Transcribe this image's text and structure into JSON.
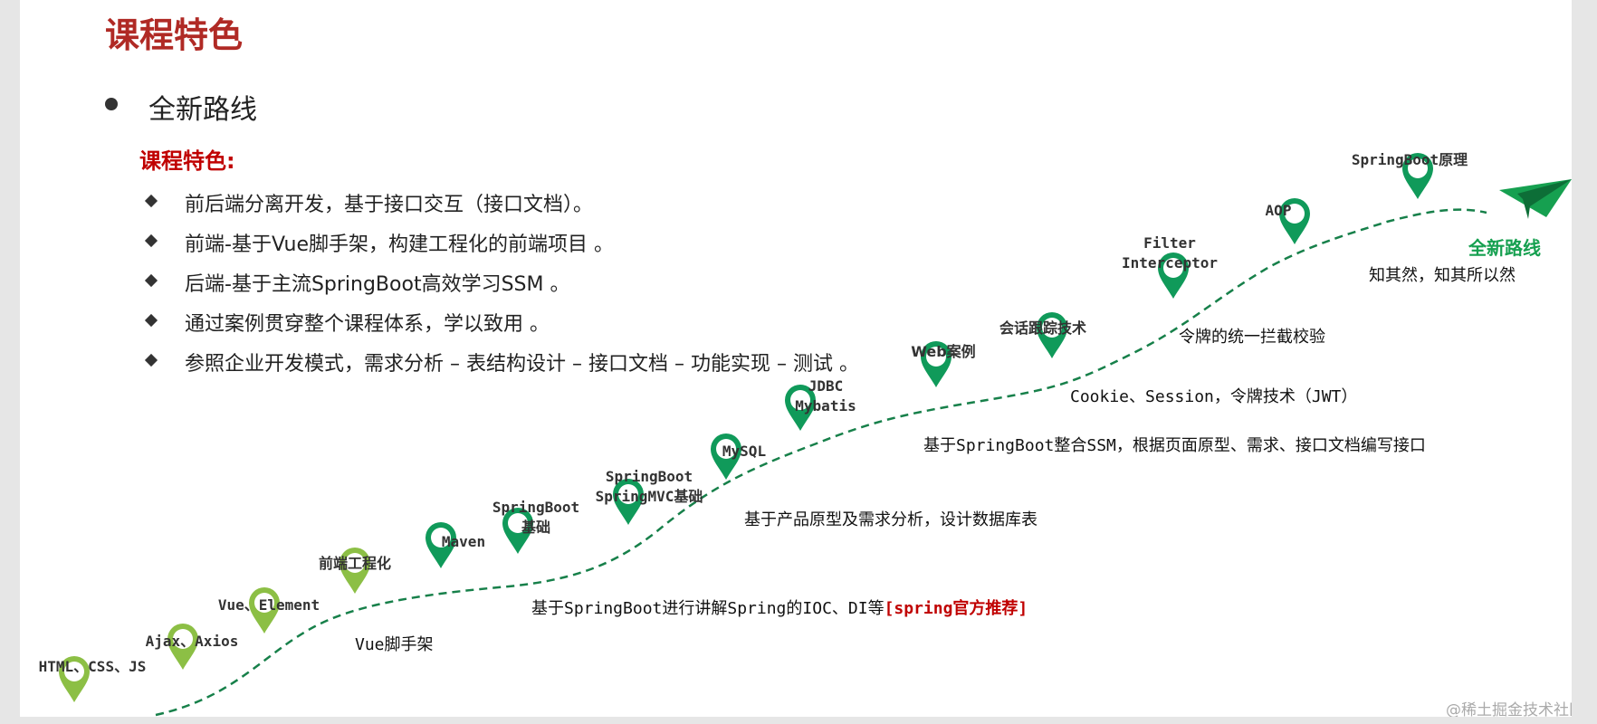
{
  "header": {
    "title": "课程特色"
  },
  "section": {
    "subtitle": "全新路线"
  },
  "features": {
    "heading": "课程特色:",
    "items": [
      "前后端分离开发，基于接口交互（接口文档）。",
      "前端-基于Vue脚手架，构建工程化的前端项目 。",
      "后端-基于主流SpringBoot高效学习SSM 。",
      "通过案例贯穿整个课程体系，学以致用 。",
      "参照企业开发模式，需求分析 – 表结构设计 – 接口文档 – 功能实现 – 测试 。"
    ]
  },
  "milestones": [
    {
      "line1": "HTML、CSS、JS",
      "line2": ""
    },
    {
      "line1": "Ajax、Axios",
      "line2": ""
    },
    {
      "line1": "Vue、Element",
      "line2": ""
    },
    {
      "line1": "前端工程化",
      "line2": ""
    },
    {
      "line1": "Maven",
      "line2": ""
    },
    {
      "line1": "SpringBoot",
      "line2": "基础"
    },
    {
      "line1": "SpringBoot",
      "line2": "SpringMVC基础"
    },
    {
      "line1": "MySQL",
      "line2": ""
    },
    {
      "line1": "JDBC",
      "line2": "Mybatis"
    },
    {
      "line1": "Web案例",
      "line2": ""
    },
    {
      "line1": "会话跟踪技术",
      "line2": ""
    },
    {
      "line1": "Filter",
      "line2": "Interceptor"
    },
    {
      "line1": "AOP",
      "line2": ""
    },
    {
      "line1": "SpringBoot原理",
      "line2": ""
    }
  ],
  "descriptions": {
    "vue_scaffold": "Vue脚手架",
    "springboot_spring": "基于SpringBoot进行讲解Spring的IOC、DI等",
    "springboot_spring_highlight": "[spring官方推荐]",
    "db_design": "基于产品原型及需求分析，设计数据库表",
    "ssm_integration": "基于SpringBoot整合SSM，根据页面原型、需求、接口文档编写接口",
    "session_tech": "Cookie、Session，令牌技术（JWT）",
    "token_check": "令牌的统一拦截校验"
  },
  "route": {
    "label": "全新路线",
    "caption": "知其然，知其所以然"
  },
  "colors": {
    "title_red": "#b02a25",
    "pin_light_green": "#8cbf45",
    "pin_dark_green": "#109a5a",
    "path_green": "#17804a",
    "plane_green": "#16a050"
  },
  "icons": {
    "pin": "map-pin-icon",
    "plane": "paper-plane-icon",
    "bullet": "diamond-bullet-icon"
  },
  "watermark": "@稀土掘金技术社区"
}
